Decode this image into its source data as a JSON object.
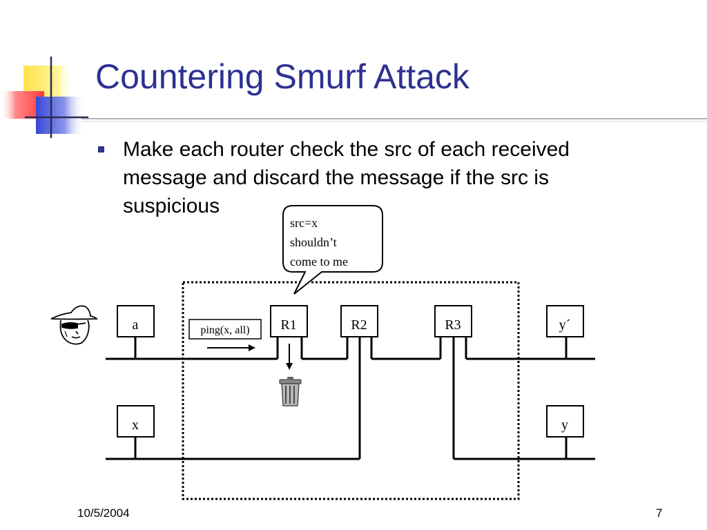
{
  "slide": {
    "title": "Countering Smurf Attack",
    "bullets": [
      "Make each router check the src of each received message and discard the message if the src is suspicious"
    ],
    "footer_date": "10/5/2004",
    "page_number": "7"
  },
  "diagram": {
    "callout_lines": [
      "src=x",
      "shouldn’t",
      "come to me"
    ],
    "nodes": {
      "a": "a",
      "x": "x",
      "r1": "R1",
      "r2": "R2",
      "r3": "R3",
      "y_prime": "y´",
      "y": "y"
    },
    "message_label": "ping(x, all)",
    "attacker_icon": "spy-icon",
    "discard_icon": "trash-can-icon"
  },
  "colors": {
    "title": "#2d3191",
    "bullet": "#2d3191",
    "deco_yellow": "#ffe44d",
    "deco_blue": "#3848d8",
    "deco_red": "#ff4a4a"
  }
}
